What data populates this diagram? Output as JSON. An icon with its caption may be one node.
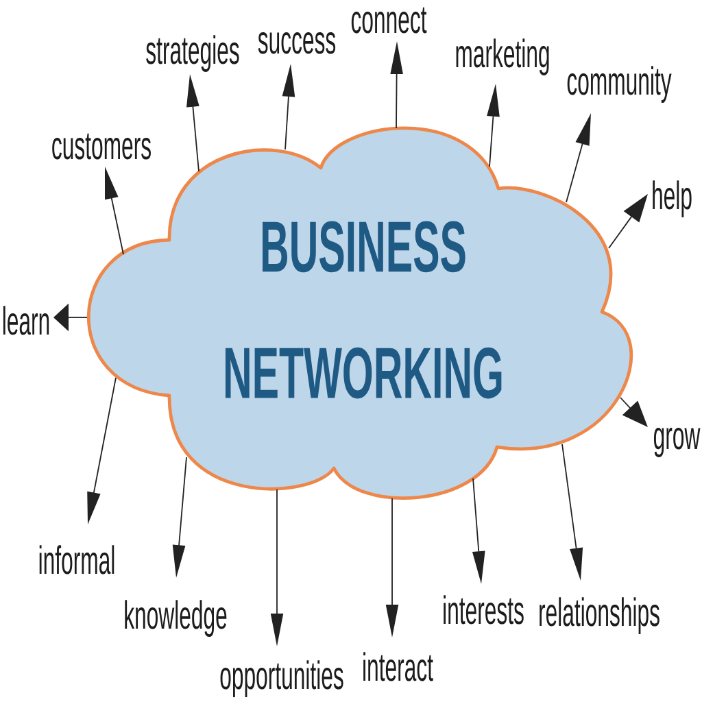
{
  "diagram": {
    "nodes": [
      {
        "text": [
          "BUSINESS NETWORKING"
        ]
      },
      {
        "text": [
          "learn"
        ]
      },
      {
        "text": [
          "customers"
        ]
      },
      {
        "text": [
          "strategies"
        ]
      },
      {
        "text": [
          "success"
        ]
      },
      {
        "text": [
          "connect"
        ]
      },
      {
        "text": [
          "marketing"
        ]
      },
      {
        "text": [
          "community"
        ]
      },
      {
        "text": [
          "help"
        ]
      },
      {
        "text": [
          "grow"
        ]
      },
      {
        "text": [
          "relationships"
        ]
      },
      {
        "text": [
          "interests"
        ]
      },
      {
        "text": [
          "interact"
        ]
      },
      {
        "text": [
          "opportunities"
        ]
      },
      {
        "text": [
          "knowledge"
        ]
      },
      {
        "text": [
          "informal"
        ]
      }
    ],
    "edges": [
      {
        "from": 0,
        "to": 1,
        "arrow": "to"
      },
      {
        "from": 0,
        "to": 2,
        "arrow": "to"
      },
      {
        "from": 0,
        "to": 3,
        "arrow": "to"
      },
      {
        "from": 0,
        "to": 4,
        "arrow": "to"
      },
      {
        "from": 0,
        "to": 5,
        "arrow": "to"
      },
      {
        "from": 0,
        "to": 6,
        "arrow": "to"
      },
      {
        "from": 0,
        "to": 7,
        "arrow": "to"
      },
      {
        "from": 0,
        "to": 8,
        "arrow": "to"
      },
      {
        "from": 0,
        "to": 9,
        "arrow": "to"
      },
      {
        "from": 0,
        "to": 10,
        "arrow": "to"
      },
      {
        "from": 0,
        "to": 11,
        "arrow": "to"
      },
      {
        "from": 0,
        "to": 12,
        "arrow": "to"
      },
      {
        "from": 0,
        "to": 13,
        "arrow": "to"
      },
      {
        "from": 0,
        "to": 14,
        "arrow": "to"
      },
      {
        "from": 0,
        "to": 15,
        "arrow": "to"
      }
    ]
  }
}
